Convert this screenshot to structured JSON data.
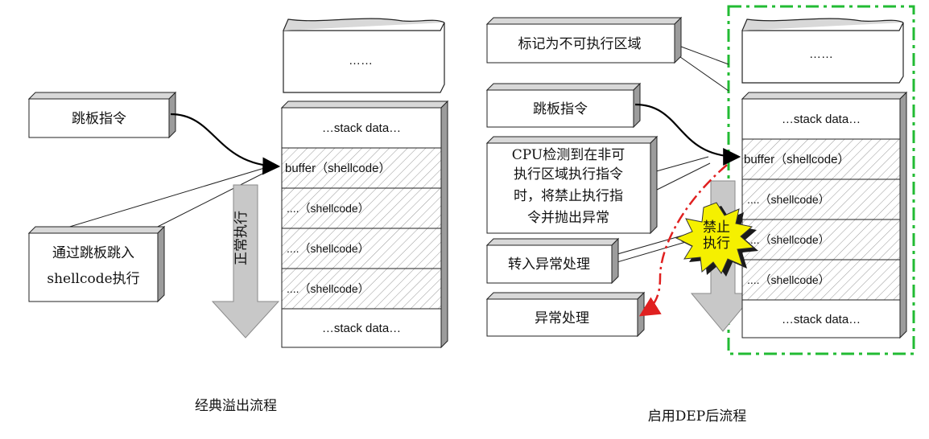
{
  "left": {
    "title": "经典溢出流程",
    "trampoline": "跳板指令",
    "callout_lines": [
      "通过跳板跳入",
      "shellcode执行"
    ],
    "flow_label": "正常执行",
    "top_block": "……",
    "stack": [
      "…stack data…",
      "buffer（shellcode）",
      "....（shellcode）",
      "....（shellcode）",
      "....（shellcode）",
      "…stack data…"
    ]
  },
  "right": {
    "title": "启用DEP后流程",
    "nonexec_label": "标记为不可执行区域",
    "trampoline": "跳板指令",
    "cpu_lines": [
      "CPU检测到在非可",
      "执行区域执行指令",
      "时，将禁止执行指",
      "令并抛出异常"
    ],
    "exception_jump": "转入异常处理",
    "exception_handler": "异常处理",
    "burst_lines": [
      "禁止",
      "执行"
    ],
    "top_block": "……",
    "stack": [
      "…stack data…",
      "buffer（shellcode）",
      "....（shellcode）",
      "....（shellcode）",
      "....（shellcode）",
      "…stack data…"
    ]
  },
  "colors": {
    "dep_region": "#22bb33",
    "exception_path": "#e02020",
    "burst_fill": "#f5f000",
    "arrow_fill": "#c8c8c8"
  }
}
